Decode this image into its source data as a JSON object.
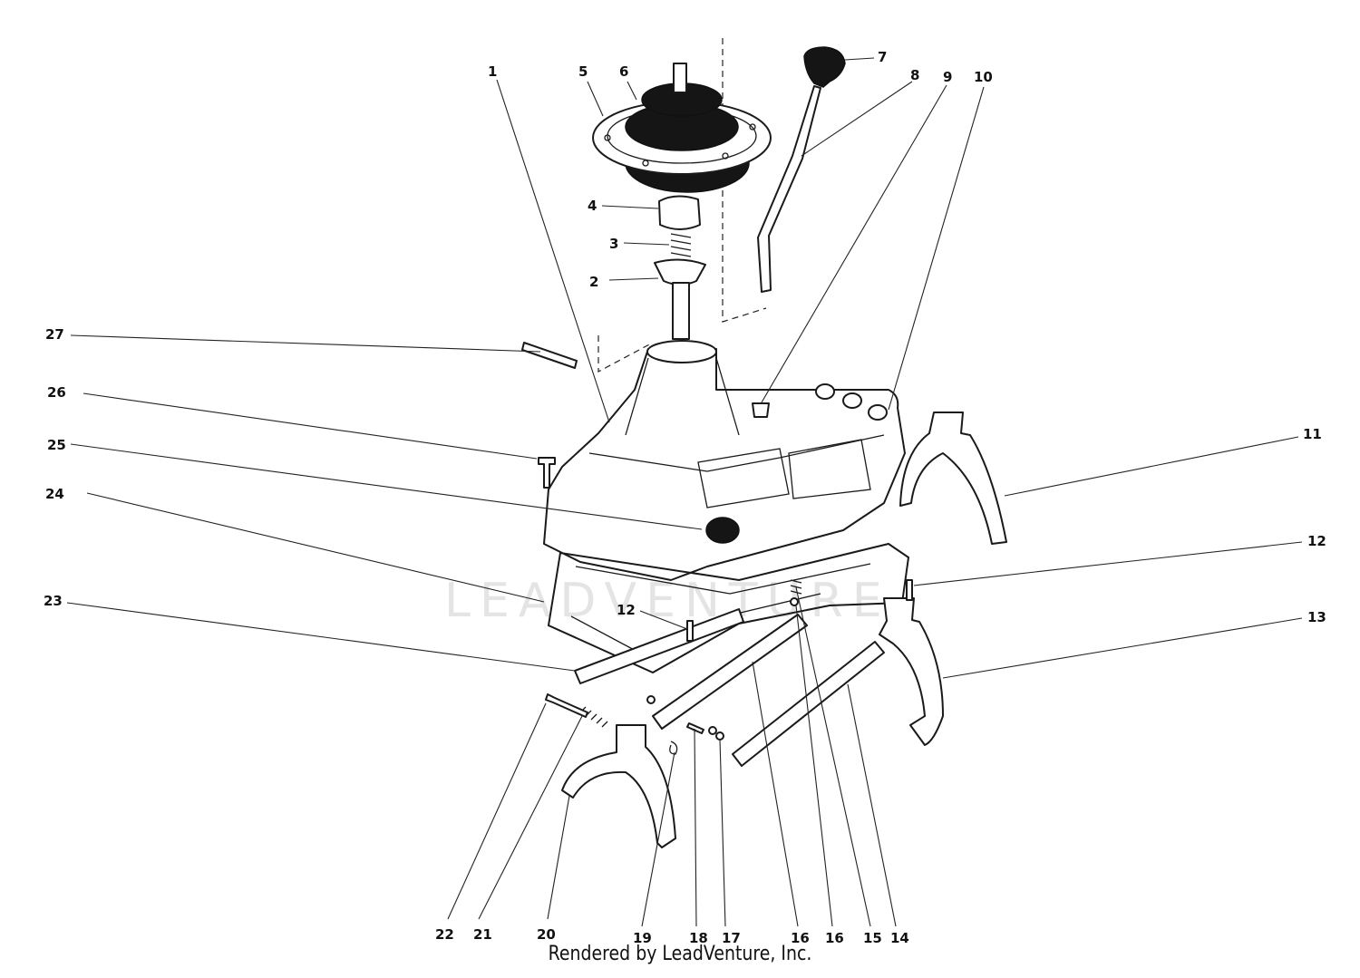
{
  "credit": "Rendered by LeadVenture, Inc.",
  "watermark": "LEADVENTURE",
  "callouts": [
    {
      "id": "1",
      "label": "1"
    },
    {
      "id": "2",
      "label": "2"
    },
    {
      "id": "3",
      "label": "3"
    },
    {
      "id": "4",
      "label": "4"
    },
    {
      "id": "5",
      "label": "5"
    },
    {
      "id": "6",
      "label": "6"
    },
    {
      "id": "7",
      "label": "7"
    },
    {
      "id": "8",
      "label": "8"
    },
    {
      "id": "9",
      "label": "9"
    },
    {
      "id": "10",
      "label": "10"
    },
    {
      "id": "11",
      "label": "11"
    },
    {
      "id": "12a",
      "label": "12"
    },
    {
      "id": "12b",
      "label": "12"
    },
    {
      "id": "13",
      "label": "13"
    },
    {
      "id": "14",
      "label": "14"
    },
    {
      "id": "15",
      "label": "15"
    },
    {
      "id": "16a",
      "label": "16"
    },
    {
      "id": "16b",
      "label": "16"
    },
    {
      "id": "17",
      "label": "17"
    },
    {
      "id": "18",
      "label": "18"
    },
    {
      "id": "19",
      "label": "19"
    },
    {
      "id": "20",
      "label": "20"
    },
    {
      "id": "21",
      "label": "21"
    },
    {
      "id": "22",
      "label": "22"
    },
    {
      "id": "23",
      "label": "23"
    },
    {
      "id": "24",
      "label": "24"
    },
    {
      "id": "25",
      "label": "25"
    },
    {
      "id": "26",
      "label": "26"
    },
    {
      "id": "27",
      "label": "27"
    }
  ]
}
